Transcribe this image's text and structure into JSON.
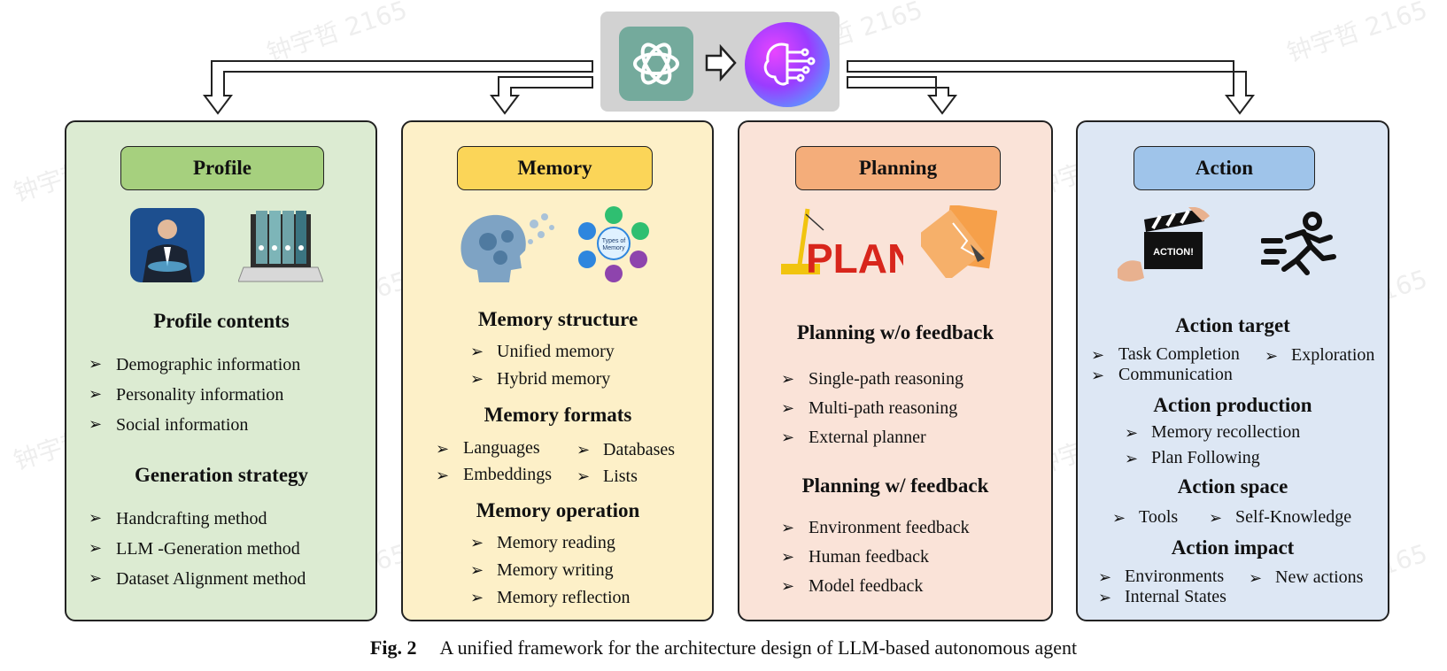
{
  "colors": {
    "profile_panel": "#dcebd2",
    "profile_pill": "#a6d07e",
    "memory_panel": "#fdf0c8",
    "memory_pill": "#fbd558",
    "planning_panel": "#fae3d8",
    "planning_pill": "#f4ad7a",
    "action_panel": "#dde7f4",
    "action_pill": "#9fc4ea"
  },
  "icons": {
    "top_left": "openai-logo-icon",
    "top_middle": "right-arrow-icon",
    "top_right": "ai-brain-icon"
  },
  "watermark": "钟宇哲 2165",
  "profile": {
    "title": "Profile",
    "h1": "Profile contents",
    "h1_items": [
      "Demographic information",
      "Personality information",
      "Social information"
    ],
    "h2": "Generation strategy",
    "h2_items": [
      "Handcrafting method",
      "LLM -Generation method",
      "Dataset Alignment method"
    ]
  },
  "memory": {
    "title": "Memory",
    "diagram_title": "Types of Memory",
    "h1": "Memory structure",
    "h1_items": [
      "Unified memory",
      "Hybrid memory"
    ],
    "h2": "Memory formats",
    "h2_items": [
      "Languages",
      "Databases",
      "Embeddings",
      "Lists"
    ],
    "h3": "Memory operation",
    "h3_items": [
      "Memory reading",
      "Memory writing",
      "Memory reflection"
    ]
  },
  "planning": {
    "title": "Planning",
    "plan_word": "PLAN",
    "h1": "Planning w/o feedback",
    "h1_items": [
      "Single-path reasoning",
      "Multi-path reasoning",
      "External planner"
    ],
    "h2": "Planning w/ feedback",
    "h2_items": [
      "Environment feedback",
      "Human feedback",
      "Model feedback"
    ]
  },
  "action": {
    "title": "Action",
    "clapper_word": "ACTION!",
    "h1": "Action target",
    "h1_items": [
      "Task Completion",
      "Exploration",
      "Communication"
    ],
    "h2": "Action production",
    "h2_items": [
      "Memory recollection",
      "Plan Following"
    ],
    "h3": "Action space",
    "h3_items": [
      "Tools",
      "Self-Knowledge"
    ],
    "h4": "Action impact",
    "h4_items": [
      "Environments",
      "New actions",
      "Internal States"
    ]
  },
  "caption": {
    "label": "Fig. 2",
    "text": "A unified framework for the architecture design of LLM-based autonomous agent"
  }
}
